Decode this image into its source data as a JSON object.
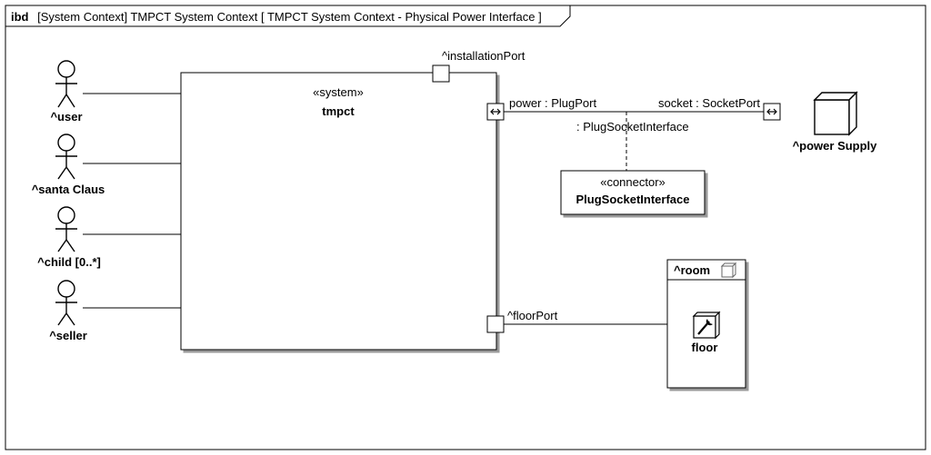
{
  "frame": {
    "kind": "ibd",
    "title": "[System Context] TMPCT System Context [ TMPCT System Context - Physical Power Interface ]"
  },
  "actors": [
    {
      "id": "user",
      "label": "^user"
    },
    {
      "id": "santa-claus",
      "label": "^santa Claus"
    },
    {
      "id": "child",
      "label": "^child [0..*]"
    },
    {
      "id": "seller",
      "label": "^seller"
    }
  ],
  "system": {
    "stereotype": "«system»",
    "name": "tmpct"
  },
  "ports": {
    "installation": "^installationPort",
    "power": "power : PlugPort",
    "floor": "^floorPort",
    "socket": "socket : SocketPort"
  },
  "connector": {
    "label": ": PlugSocketInterface",
    "stereotype": "«connector»",
    "name": "PlugSocketInterface"
  },
  "power_supply": {
    "label": "^power Supply"
  },
  "room": {
    "label": "^room",
    "part": "floor"
  }
}
